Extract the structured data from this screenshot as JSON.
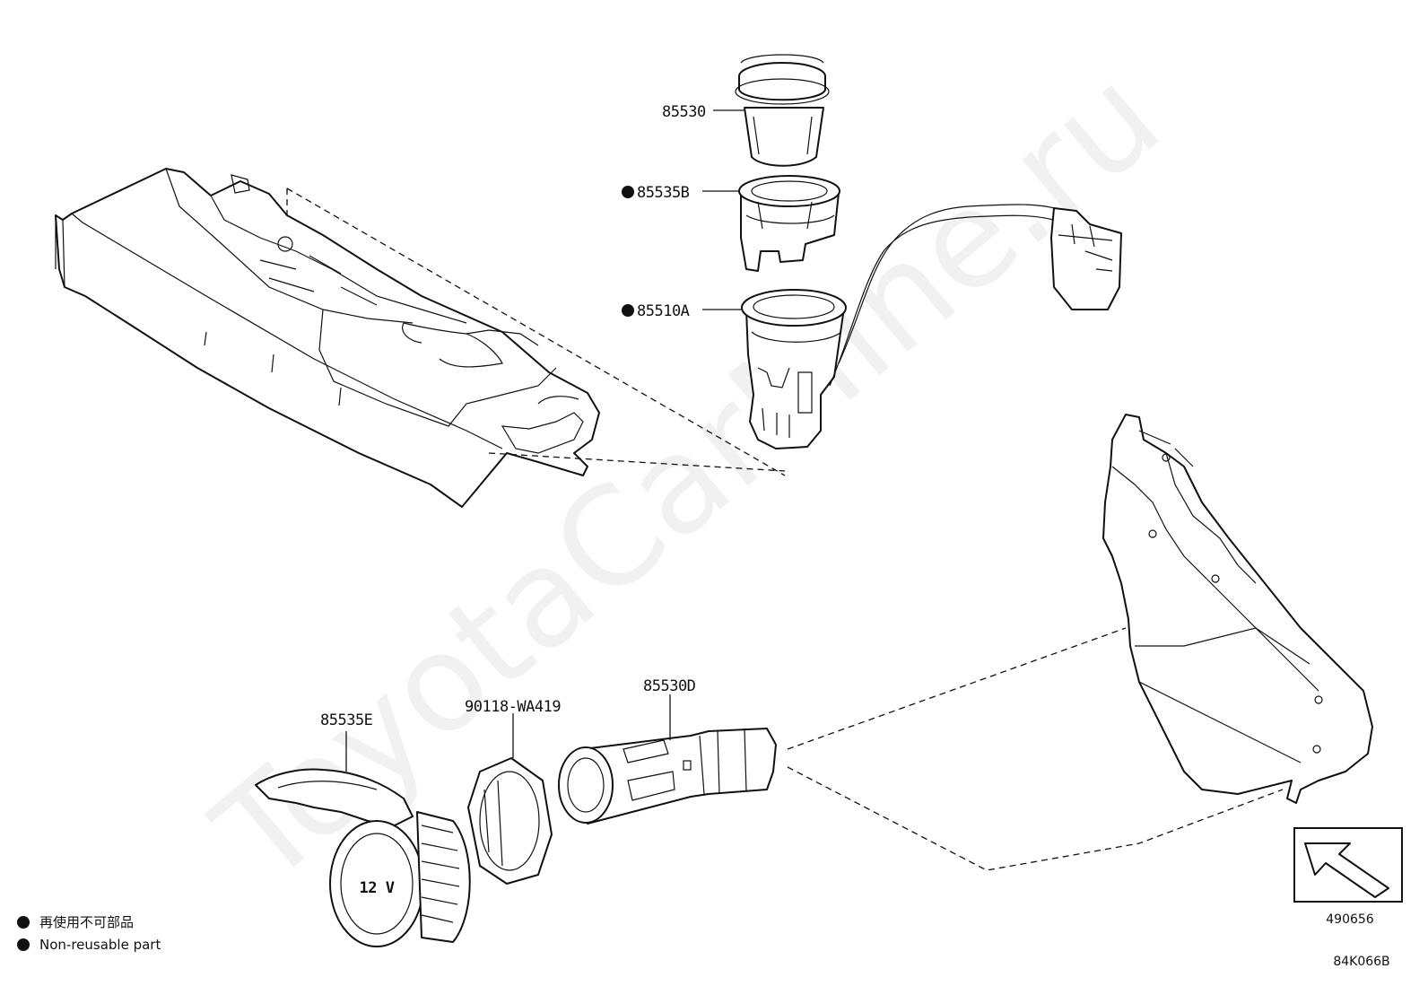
{
  "watermark": "ToyotaCarMine.ru",
  "parts": [
    {
      "id": "p1",
      "label": "85530",
      "nonreusable": false
    },
    {
      "id": "p2",
      "label": "85535B",
      "nonreusable": true
    },
    {
      "id": "p3",
      "label": "85510A",
      "nonreusable": true
    },
    {
      "id": "p4",
      "label": "85535E",
      "nonreusable": false
    },
    {
      "id": "p5",
      "label": "90118-WA419",
      "nonreusable": false
    },
    {
      "id": "p6",
      "label": "85530D",
      "nonreusable": false
    }
  ],
  "socket_cap_text": "12 V",
  "legend": [
    {
      "text": "再使用不可部品"
    },
    {
      "text": "Non-reusable part"
    }
  ],
  "view_ref": "490656",
  "drawing_code": "84K066B",
  "colors": {
    "ink": "#111111",
    "background": "#ffffff"
  }
}
